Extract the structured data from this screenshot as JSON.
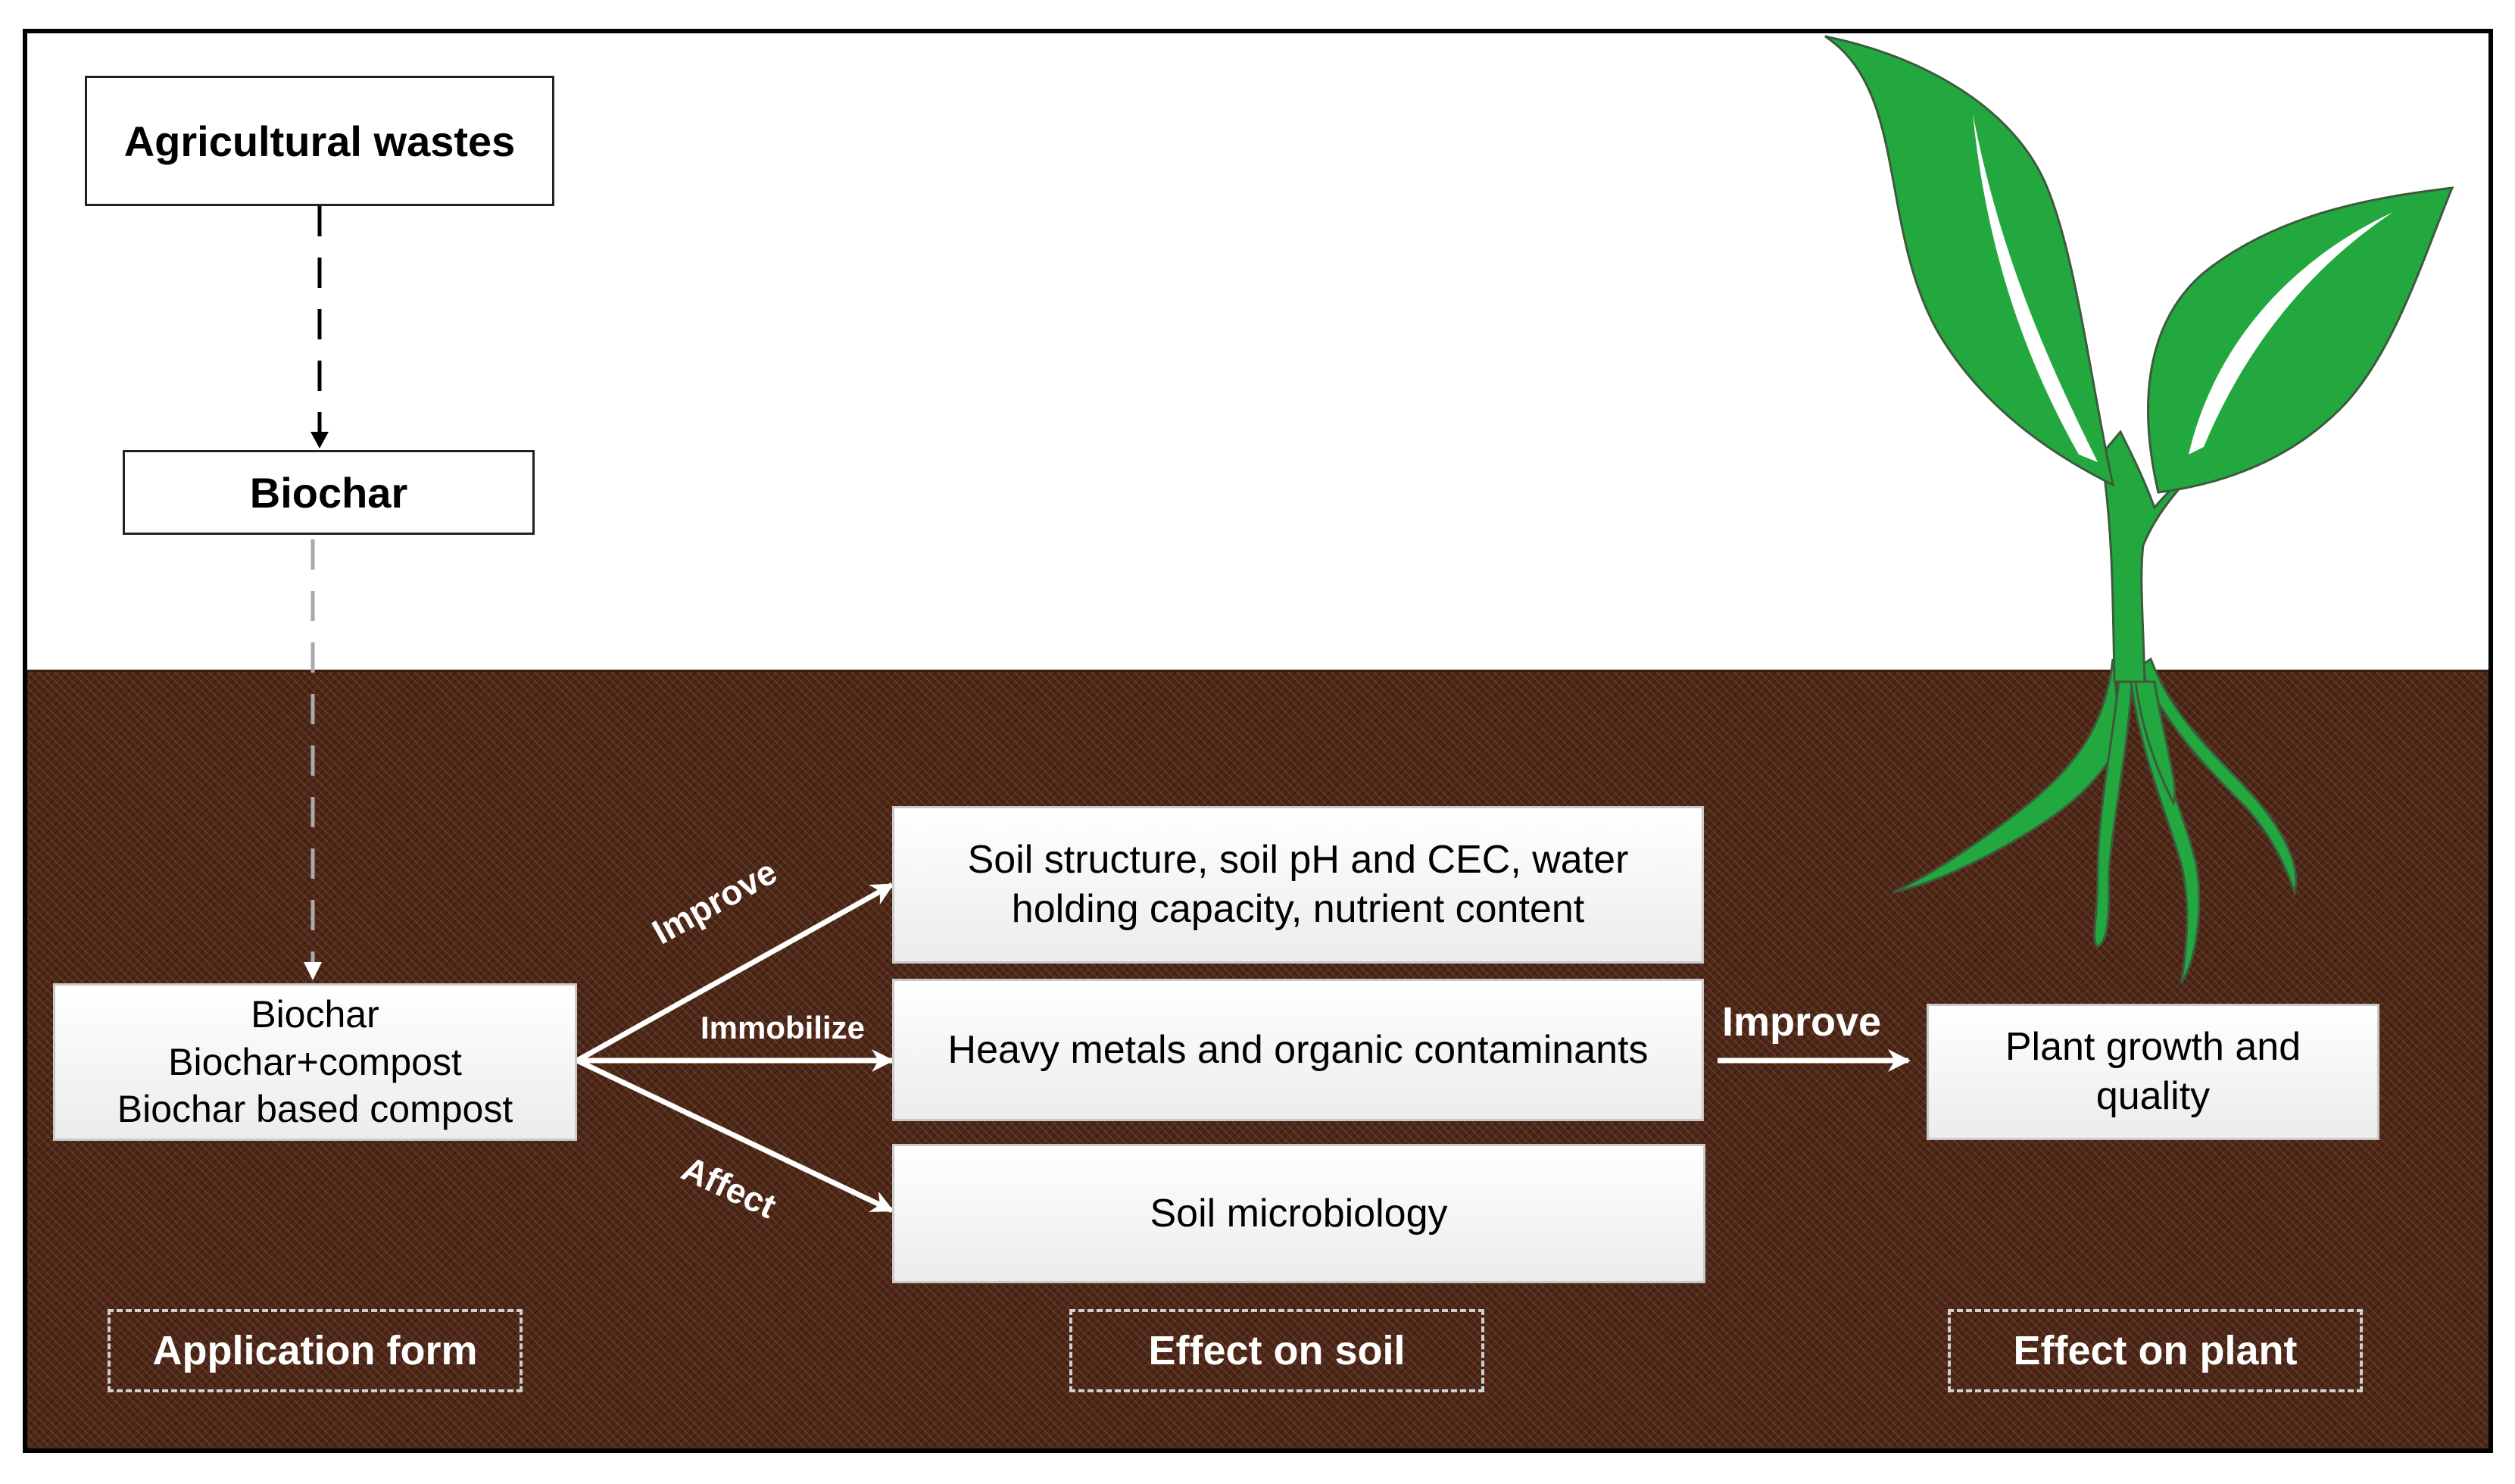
{
  "nodes": {
    "agricultural_wastes": "Agricultural wastes",
    "biochar_top": "Biochar",
    "application_forms": [
      "Biochar",
      "Biochar+compost",
      "Biochar based compost"
    ],
    "soil_structure": [
      "Soil structure, soil pH and CEC, water",
      "holding capacity, nutrient content"
    ],
    "heavy_metals": "Heavy metals and organic contaminants",
    "soil_microbiology": "Soil microbiology",
    "plant_growth": [
      "Plant growth and",
      "quality"
    ]
  },
  "edges": {
    "improve_soil": "Improve",
    "immobilize": "Immobilize",
    "affect": "Affect",
    "improve_plant": "Improve"
  },
  "category_labels": {
    "application_form": "Application form",
    "effect_on_soil": "Effect on soil",
    "effect_on_plant": "Effect on plant"
  },
  "colors": {
    "soil": "#4f2716",
    "leaf": "#22a83f",
    "leaf_outline": "#3d5a3d"
  }
}
